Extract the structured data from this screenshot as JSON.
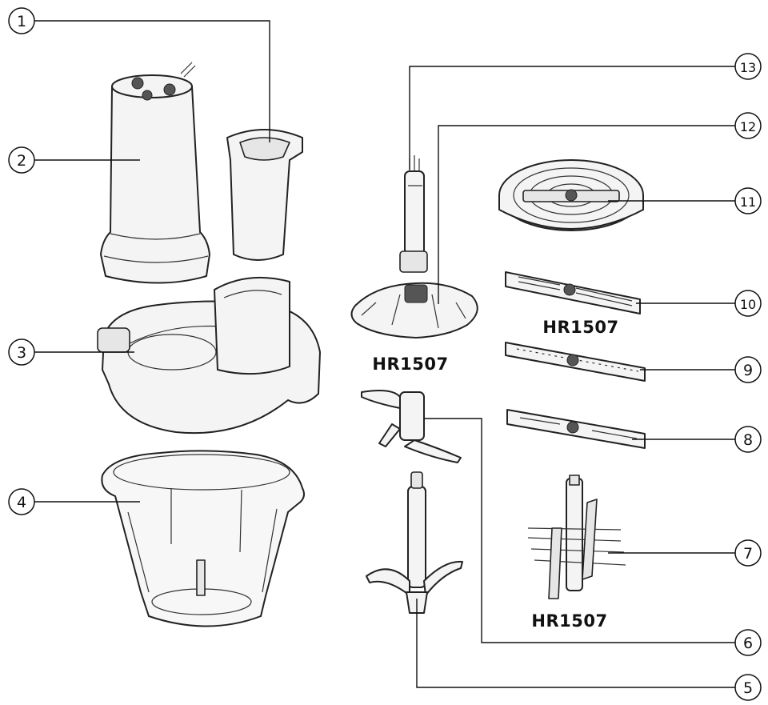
{
  "callouts": [
    "1",
    "2",
    "3",
    "4",
    "5",
    "6",
    "7",
    "8",
    "9",
    "10",
    "11",
    "12",
    "13"
  ],
  "model_labels": [
    "HR1507",
    "HR1507",
    "HR1507"
  ],
  "parts": [
    "motor-unit",
    "feed-tube-pusher",
    "lid",
    "bowl",
    "chopping-blade-large",
    "chopping-blade-small",
    "whisk-attachment",
    "slicing-disc",
    "fine-grating-disc",
    "coarse-grating-disc",
    "disc-holder",
    "drive-plate",
    "drive-shaft"
  ]
}
